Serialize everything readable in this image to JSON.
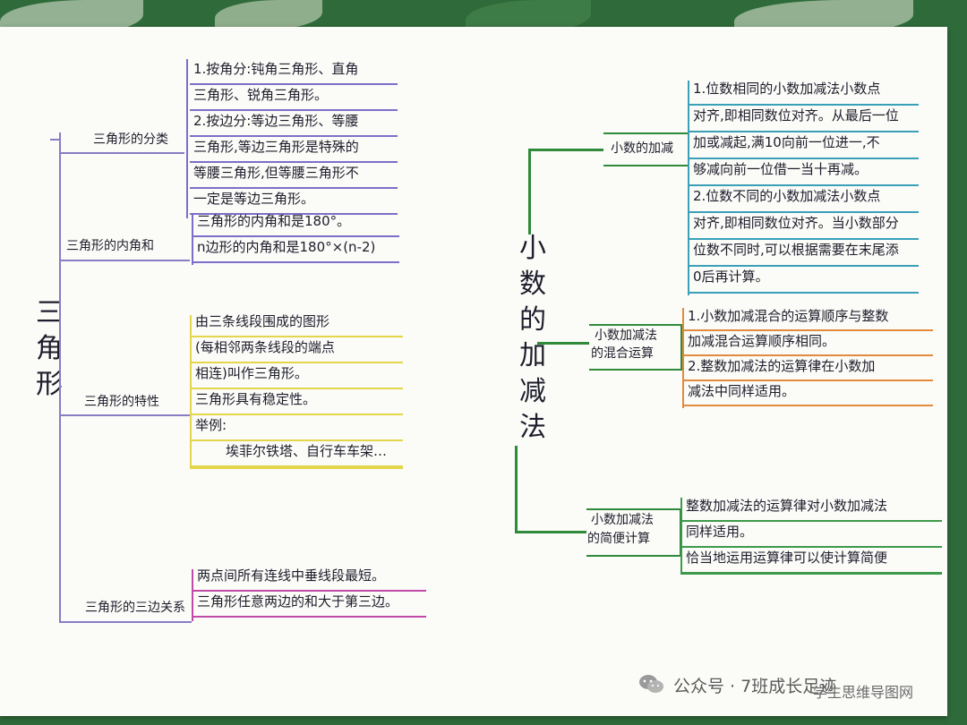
{
  "left_map": {
    "root": "三角形",
    "branches": [
      {
        "label": "三角形的分类",
        "lines": [
          "1.按角分:钝角三角形、直角",
          "三角形、锐角三角形。",
          "2.按边分:等边三角形、等腰",
          "三角形,等边三角形是特殊的",
          "等腰三角形,但等腰三角形不",
          "一定是等边三角形。"
        ]
      },
      {
        "label": "三角形的内角和",
        "lines": [
          "三角形的内角和是180°。",
          "n边形的内角和是180°×(n-2)"
        ]
      },
      {
        "label": "三角形的特性",
        "lines": [
          "由三条线段围成的图形",
          "(每相邻两条线段的端点",
          "相连)叫作三角形。",
          "三角形具有稳定性。",
          "举例:",
          "埃菲尔铁塔、自行车车架…"
        ]
      },
      {
        "label": "三角形的三边关系",
        "lines": [
          "两点间所有连线中垂线段最短。",
          "三角形任意两边的和大于第三边。"
        ]
      }
    ]
  },
  "right_map": {
    "root": "小数的加减法",
    "branches": [
      {
        "label": "小数的加减",
        "lines": [
          "1.位数相同的小数加减法小数点",
          "对齐,即相同数位对齐。从最后一位",
          "加或减起,满10向前一位进一,不",
          "够减向前一位借一当十再减。",
          "2.位数不同的小数加减法小数点",
          "对齐,即相同数位对齐。当小数部分",
          "位数不同时,可以根据需要在末尾添",
          "0后再计算。"
        ]
      },
      {
        "label_lines": [
          "小数加减法",
          "的混合运算"
        ],
        "lines": [
          "1.小数加减混合的运算顺序与整数",
          "加减混合运算顺序相同。",
          "2.整数加减法的运算律在小数加",
          "减法中同样适用。"
        ]
      },
      {
        "label_lines": [
          "小数加减法",
          "的简便计算"
        ],
        "lines": [
          "整数加减法的运算律对小数加减法",
          "同样适用。",
          "恰当地运用运算律可以使计算简便"
        ]
      }
    ]
  },
  "footer": {
    "account_prefix": "公众号 · ",
    "account_name": "7班成长足迹",
    "watermark": "学生思维导图网"
  },
  "colors": {
    "left_tree": "#8a7cc4",
    "left_branch1_lines": "#7c6fc9",
    "left_branch2_lines": "#7c6fc9",
    "left_branch3_lines": "#e3d64a",
    "left_branch4_lines": "#c04aa8",
    "right_tree": "#2f8a3a",
    "right_branch1_lines": "#3aa0b8",
    "right_branch2_lines": "#e38a3c",
    "right_branch3_lines": "#3c9a4a",
    "background": "#2f6b3a"
  }
}
